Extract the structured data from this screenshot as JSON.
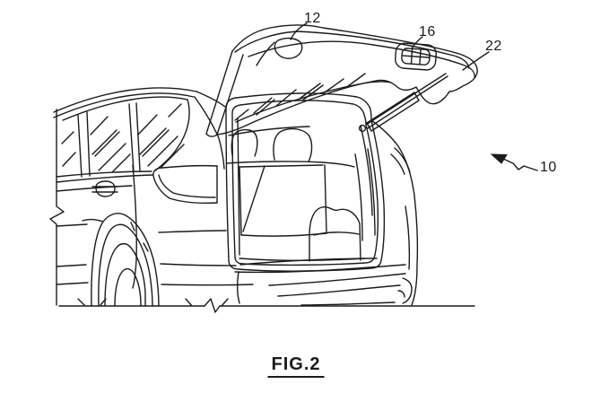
{
  "figure": {
    "caption": "FIG.2",
    "reference_labels": [
      {
        "id": "12"
      },
      {
        "id": "16"
      },
      {
        "id": "22"
      },
      {
        "id": "10"
      }
    ],
    "arrow_icon": "zigzag-leader-arrow-left"
  },
  "colors": {
    "line": "#1b1b1b",
    "background": "#ffffff"
  }
}
